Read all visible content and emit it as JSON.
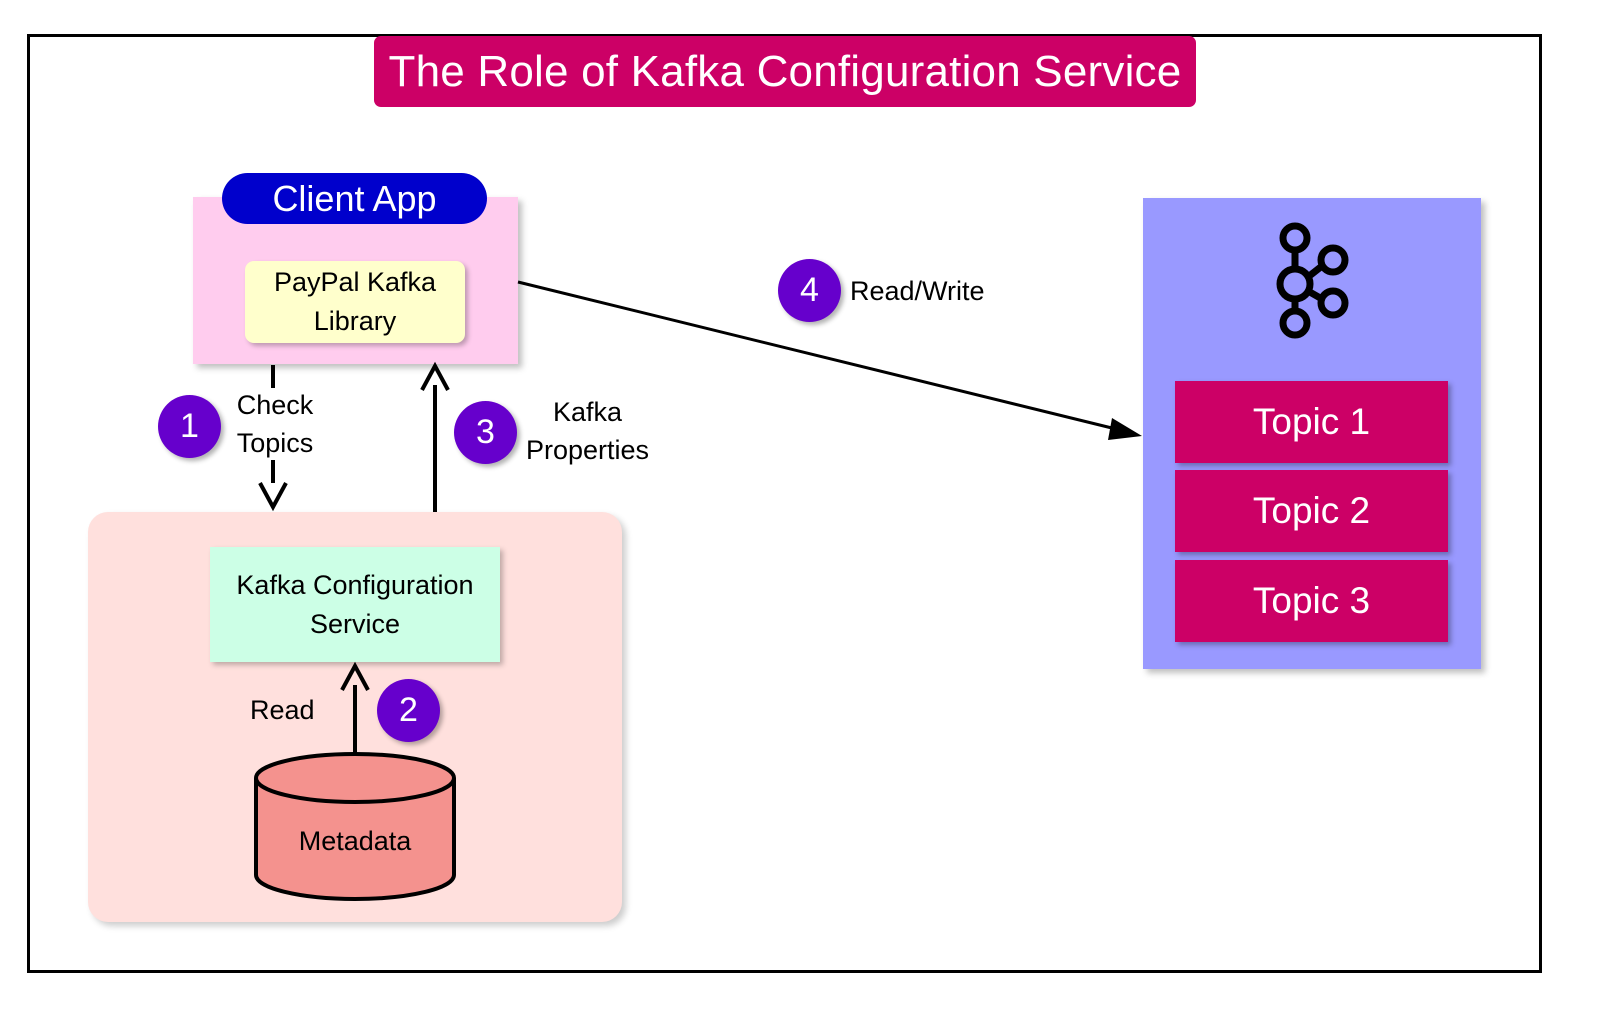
{
  "title": "The Role of Kafka Configuration Service",
  "client_app": {
    "label": "Client App",
    "library": "PayPal Kafka\nLibrary"
  },
  "config_service": {
    "label": "Kafka Configuration\nService",
    "database": "Metadata"
  },
  "kafka_cluster": {
    "icon": "kafka-logo-icon",
    "topics": [
      "Topic 1",
      "Topic 2",
      "Topic 3"
    ]
  },
  "steps": [
    {
      "number": "1",
      "label": "Check\nTopics"
    },
    {
      "number": "2",
      "label": "Read"
    },
    {
      "number": "3",
      "label": "Kafka\nProperties"
    },
    {
      "number": "4",
      "label": "Read/Write"
    }
  ],
  "colors": {
    "title_bg": "#cc0066",
    "client_pill": "#0000cc",
    "badge": "#6600cc",
    "topic": "#cc0066",
    "cluster": "#9999ff",
    "database": "#f4928e"
  }
}
